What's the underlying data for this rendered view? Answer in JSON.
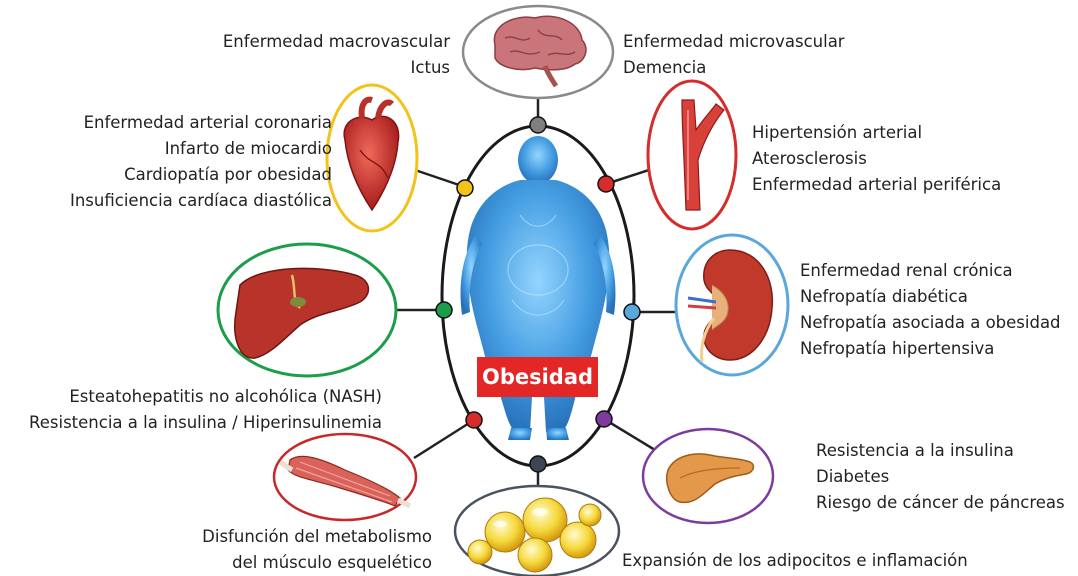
{
  "center": {
    "label": "Obesidad"
  },
  "colors": {
    "gray": "#7f7f7f",
    "yellow": "#f2c318",
    "red": "#d72c2c",
    "green": "#1b9d49",
    "blue": "#5aa7dc",
    "purple": "#7d3c9d",
    "dark": "#3c4654",
    "label_bg": "#e32626"
  },
  "nodes": [
    {
      "id": "brain",
      "icon": "brain-icon",
      "color": "gray",
      "lines": [
        "Enfermedad macrovascular",
        "Ictus"
      ],
      "lines2": [
        "Enfermedad microvascular",
        "Demencia"
      ]
    },
    {
      "id": "heart",
      "icon": "heart-icon",
      "color": "yellow",
      "lines": [
        "Enfermedad arterial coronaria",
        "Infarto de miocardio",
        "Cardiopatía por obesidad",
        "Insuficiencia cardíaca diastólica"
      ]
    },
    {
      "id": "artery",
      "icon": "artery-icon",
      "color": "red",
      "lines": [
        "Hipertensión arterial",
        "Aterosclerosis",
        "Enfermedad arterial periférica"
      ]
    },
    {
      "id": "liver",
      "icon": "liver-icon",
      "color": "green",
      "lines": [
        "Esteatohepatitis no alcohólica (NASH)",
        "Resistencia a la insulina / Hiperinsulinemia"
      ]
    },
    {
      "id": "kidney",
      "icon": "kidney-icon",
      "color": "blue",
      "lines": [
        "Enfermedad renal crónica",
        "Nefropatía diabética",
        "Nefropatía asociada a obesidad",
        "Nefropatía hipertensiva"
      ]
    },
    {
      "id": "muscle",
      "icon": "muscle-icon",
      "color": "red",
      "lines": [
        "Disfunción del metabolismo",
        "del músculo esquelético"
      ]
    },
    {
      "id": "pancreas",
      "icon": "pancreas-icon",
      "color": "purple",
      "lines": [
        "Resistencia a la insulina",
        "Diabetes",
        "Riesgo de cáncer de páncreas"
      ]
    },
    {
      "id": "fat",
      "icon": "adipocytes-icon",
      "color": "dark",
      "lines": [
        "Expansión de los adipocitos e inflamación"
      ]
    }
  ]
}
